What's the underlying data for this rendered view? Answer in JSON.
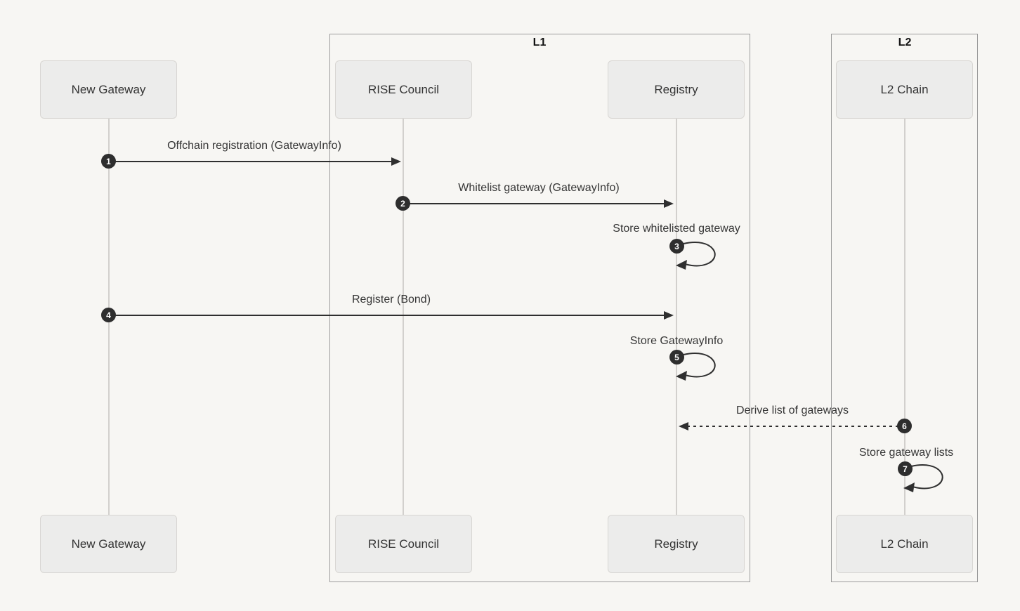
{
  "colors": {
    "background": "#f7f6f3",
    "actor_fill": "#ececeb",
    "actor_border": "#d8d6d3",
    "lifeline": "#d2d0cd",
    "frame_border": "#9c9c9c",
    "arrow": "#2f2f2f",
    "text": "#363636",
    "badge_fill": "#2e2e2e",
    "badge_text": "#ffffff"
  },
  "groups": [
    {
      "label": "L1"
    },
    {
      "label": "L2"
    }
  ],
  "actors": [
    {
      "name": "New Gateway"
    },
    {
      "name": "RISE Council"
    },
    {
      "name": "Registry"
    },
    {
      "name": "L2 Chain"
    }
  ],
  "messages": [
    {
      "num": "1",
      "label": "Offchain registration (GatewayInfo)",
      "from": "New Gateway",
      "to": "RISE Council",
      "style": "solid"
    },
    {
      "num": "2",
      "label": "Whitelist gateway (GatewayInfo)",
      "from": "RISE Council",
      "to": "Registry",
      "style": "solid"
    },
    {
      "num": "3",
      "label": "Store whitelisted gateway",
      "from": "Registry",
      "to": "Registry",
      "style": "self"
    },
    {
      "num": "4",
      "label": "Register (Bond)",
      "from": "New Gateway",
      "to": "Registry",
      "style": "solid"
    },
    {
      "num": "5",
      "label": "Store GatewayInfo",
      "from": "Registry",
      "to": "Registry",
      "style": "self"
    },
    {
      "num": "6",
      "label": "Derive list of gateways",
      "from": "L2 Chain",
      "to": "Registry",
      "style": "dashed"
    },
    {
      "num": "7",
      "label": "Store gateway lists",
      "from": "L2 Chain",
      "to": "L2 Chain",
      "style": "self"
    }
  ]
}
